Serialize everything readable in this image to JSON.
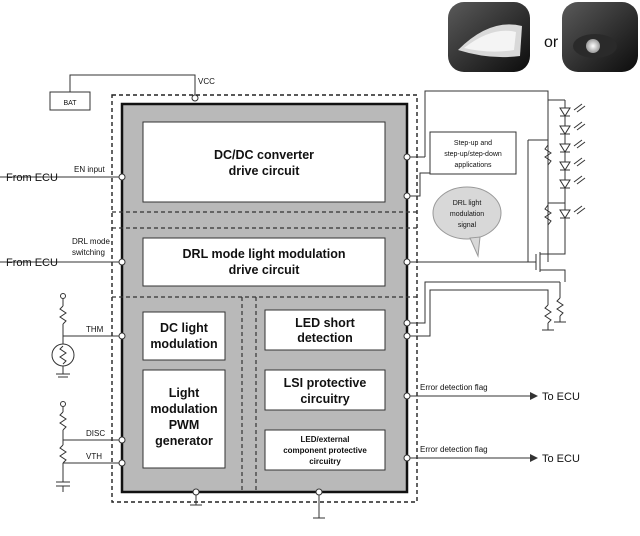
{
  "labels": {
    "bat": "BAT",
    "vcc": "VCC",
    "en_input": "EN input",
    "from_ecu_1": "From ECU",
    "drl_mode_1": "DRL mode",
    "drl_mode_2": "switching",
    "from_ecu_2": "From ECU",
    "thm": "THM",
    "disc": "DISC",
    "vth": "VTH",
    "or": "or",
    "error_flag_1": "Error detection flag",
    "error_flag_2": "Error detection flag",
    "to_ecu_1": "To ECU",
    "to_ecu_2": "To ECU"
  },
  "blocks": {
    "dcdc": [
      "DC/DC converter",
      "drive circuit"
    ],
    "drl": [
      "DRL mode light modulation",
      "drive circuit"
    ],
    "dc_light": [
      "DC light",
      "modulation"
    ],
    "pwm": [
      "Light",
      "modulation",
      "PWM",
      "generator"
    ],
    "led_short": [
      "LED short",
      "detection"
    ],
    "lsi": [
      "LSI protective",
      "circuitry"
    ],
    "ledext": [
      "LED/external",
      "component protective",
      "circuitry"
    ]
  },
  "callouts": {
    "stepup": [
      "Step-up and",
      "step-up/step-down",
      "applications"
    ],
    "drl_signal": [
      "DRL light",
      "modulation",
      "signal"
    ]
  }
}
